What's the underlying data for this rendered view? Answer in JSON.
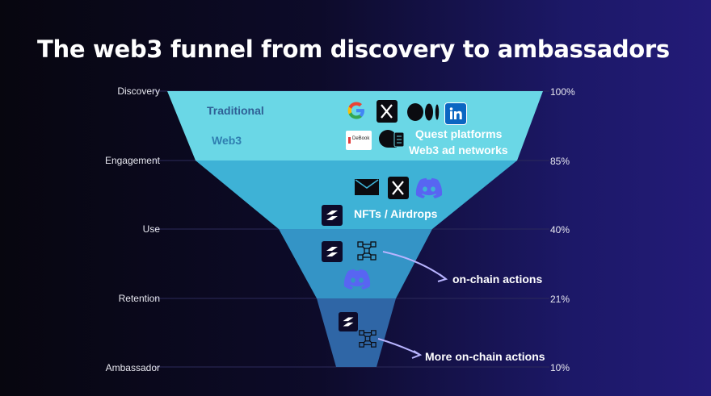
{
  "title": "The web3 funnel from discovery to ambassadors",
  "stages": [
    {
      "name": "Discovery",
      "percent": "100%"
    },
    {
      "name": "Engagement",
      "percent": "85%"
    },
    {
      "name": "Use",
      "percent": "40%"
    },
    {
      "name": "Retention",
      "percent": "21%"
    },
    {
      "name": "Ambassador",
      "percent": "10%"
    }
  ],
  "discovery": {
    "traditional_label": "Traditional",
    "web3_label": "Web3",
    "quest_label": "Quest platforms",
    "adnet_label": "Web3 ad networks",
    "dvbook_text": "DeBook",
    "traditional_icons": [
      "google-icon",
      "x-icon",
      "medium-icon",
      "linkedin-icon"
    ],
    "web3_icons": [
      "debook-icon",
      "quest-platform-icon"
    ]
  },
  "engagement": {
    "icons": [
      "mail-icon",
      "x-icon",
      "discord-icon"
    ],
    "nft_label": "NFTs / Airdrops",
    "nft_icon": "app-logo-icon"
  },
  "use": {
    "icons": [
      "app-logo-icon",
      "blockchain-network-icon",
      "discord-icon"
    ],
    "onchain_label": "on-chain actions"
  },
  "retention": {
    "icons": [
      "app-logo-icon",
      "blockchain-network-icon"
    ],
    "more_onchain_label": "More on-chain actions"
  },
  "colors": {
    "discovery": "#6ad7e6",
    "engagement": "#3eb2d6",
    "use": "#3494c6",
    "retention": "#2f66a6",
    "arrow": "#b8b4ff"
  }
}
